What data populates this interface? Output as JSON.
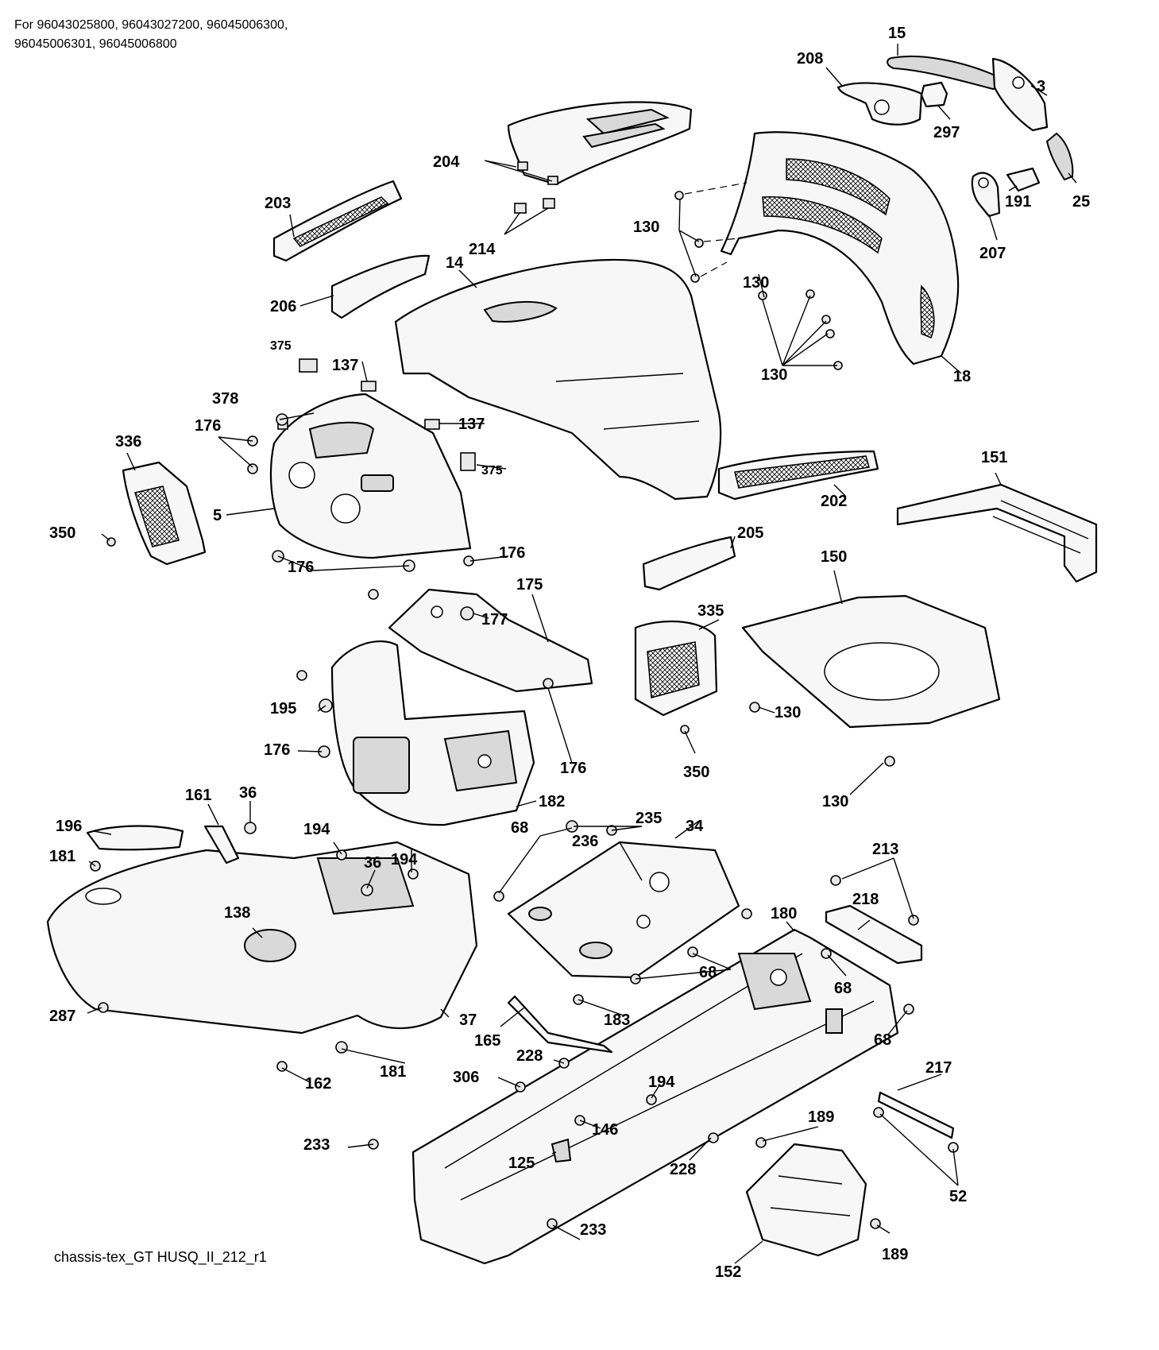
{
  "header": {
    "line1": "For 96043025800, 96043027200, 96045006300,",
    "line2": "96045006301, 96045006800"
  },
  "footer": {
    "reference": "chassis-tex_GT HUSQ_II_212_r1"
  },
  "callouts": [
    {
      "id": "c15",
      "label": "15"
    },
    {
      "id": "c208",
      "label": "208"
    },
    {
      "id": "c3",
      "label": "3"
    },
    {
      "id": "c297",
      "label": "297"
    },
    {
      "id": "c204",
      "label": "204"
    },
    {
      "id": "c25",
      "label": "25"
    },
    {
      "id": "c191",
      "label": "191"
    },
    {
      "id": "c207",
      "label": "207"
    },
    {
      "id": "c203",
      "label": "203"
    },
    {
      "id": "c130a",
      "label": "130"
    },
    {
      "id": "c214",
      "label": "214"
    },
    {
      "id": "c14",
      "label": "14"
    },
    {
      "id": "c130b",
      "label": "130"
    },
    {
      "id": "c206",
      "label": "206"
    },
    {
      "id": "c375a",
      "label": "375"
    },
    {
      "id": "c137a",
      "label": "137"
    },
    {
      "id": "c130c",
      "label": "130"
    },
    {
      "id": "c18",
      "label": "18"
    },
    {
      "id": "c378",
      "label": "378"
    },
    {
      "id": "c137b",
      "label": "137"
    },
    {
      "id": "c176a",
      "label": "176"
    },
    {
      "id": "c336",
      "label": "336"
    },
    {
      "id": "c375b",
      "label": "375"
    },
    {
      "id": "c5",
      "label": "5"
    },
    {
      "id": "c202",
      "label": "202"
    },
    {
      "id": "c151",
      "label": "151"
    },
    {
      "id": "c350a",
      "label": "350"
    },
    {
      "id": "c176b",
      "label": "176"
    },
    {
      "id": "c176c",
      "label": "176"
    },
    {
      "id": "c205",
      "label": "205"
    },
    {
      "id": "c150",
      "label": "150"
    },
    {
      "id": "c175",
      "label": "175"
    },
    {
      "id": "c177",
      "label": "177"
    },
    {
      "id": "c335",
      "label": "335"
    },
    {
      "id": "c195",
      "label": "195"
    },
    {
      "id": "c130d",
      "label": "130"
    },
    {
      "id": "c176d",
      "label": "176"
    },
    {
      "id": "c176e",
      "label": "176"
    },
    {
      "id": "c350b",
      "label": "350"
    },
    {
      "id": "c182",
      "label": "182"
    },
    {
      "id": "c130e",
      "label": "130"
    },
    {
      "id": "c161",
      "label": "161"
    },
    {
      "id": "c36a",
      "label": "36"
    },
    {
      "id": "c235",
      "label": "235"
    },
    {
      "id": "c196",
      "label": "196"
    },
    {
      "id": "c194a",
      "label": "194"
    },
    {
      "id": "c68a",
      "label": "68"
    },
    {
      "id": "c34",
      "label": "34"
    },
    {
      "id": "c181a",
      "label": "181"
    },
    {
      "id": "c236",
      "label": "236"
    },
    {
      "id": "c36b",
      "label": "36"
    },
    {
      "id": "c194b",
      "label": "194"
    },
    {
      "id": "c213",
      "label": "213"
    },
    {
      "id": "c218",
      "label": "218"
    },
    {
      "id": "c138",
      "label": "138"
    },
    {
      "id": "c180",
      "label": "180"
    },
    {
      "id": "c68b",
      "label": "68"
    },
    {
      "id": "c68c",
      "label": "68"
    },
    {
      "id": "c287",
      "label": "287"
    },
    {
      "id": "c37",
      "label": "37"
    },
    {
      "id": "c183",
      "label": "183"
    },
    {
      "id": "c68d",
      "label": "68"
    },
    {
      "id": "c165",
      "label": "165"
    },
    {
      "id": "c228a",
      "label": "228"
    },
    {
      "id": "c181b",
      "label": "181"
    },
    {
      "id": "c162",
      "label": "162"
    },
    {
      "id": "c306",
      "label": "306"
    },
    {
      "id": "c194c",
      "label": "194"
    },
    {
      "id": "c217",
      "label": "217"
    },
    {
      "id": "c146",
      "label": "146"
    },
    {
      "id": "c189a",
      "label": "189"
    },
    {
      "id": "c233a",
      "label": "233"
    },
    {
      "id": "c125",
      "label": "125"
    },
    {
      "id": "c228b",
      "label": "228"
    },
    {
      "id": "c52",
      "label": "52"
    },
    {
      "id": "c233b",
      "label": "233"
    },
    {
      "id": "c189b",
      "label": "189"
    },
    {
      "id": "c152",
      "label": "152"
    }
  ]
}
